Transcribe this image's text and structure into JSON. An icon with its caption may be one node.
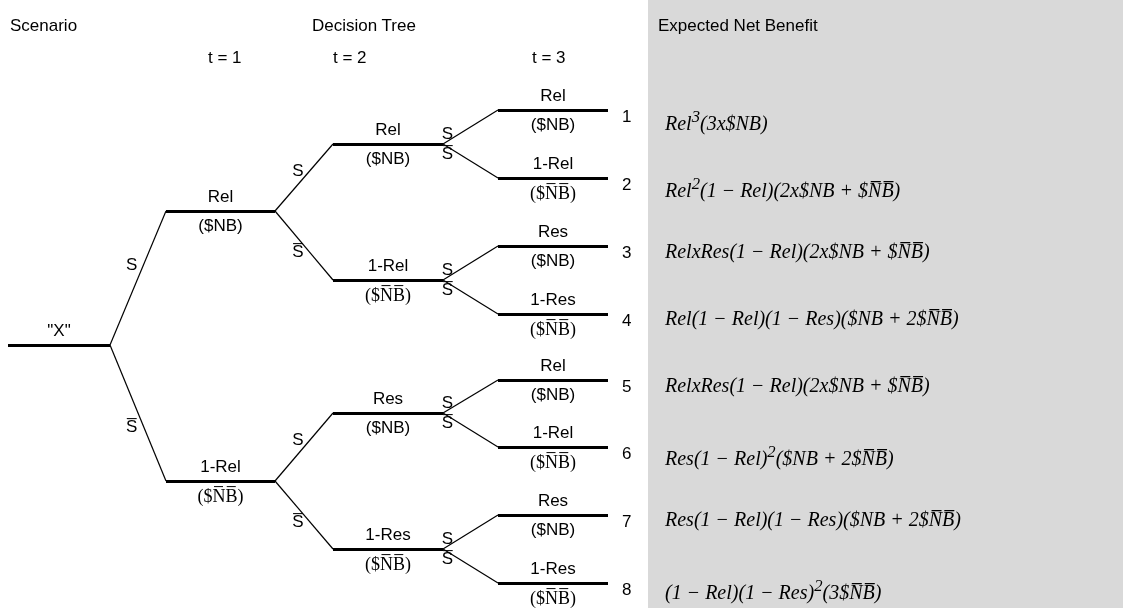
{
  "diagram": {
    "title": "Decision Tree",
    "nodes": [
      {
        "text": [
          "\"X\""
        ]
      },
      {
        "text": [
          "Rel",
          "($NB)"
        ]
      },
      {
        "text": [
          "1-Rel",
          "($N̅B̅)"
        ]
      },
      {
        "text": [
          "Rel",
          "($NB)"
        ]
      },
      {
        "text": [
          "1-Rel",
          "($N̅B̅)"
        ]
      },
      {
        "text": [
          "Res",
          "($NB)"
        ]
      },
      {
        "text": [
          "1-Res",
          "($N̅B̅)"
        ]
      },
      {
        "text": [
          "Rel",
          "($NB)"
        ],
        "beside": [
          "1"
        ]
      },
      {
        "text": [
          "1-Rel",
          "($N̅B̅)"
        ],
        "beside": [
          "2"
        ]
      },
      {
        "text": [
          "Res",
          "($NB)"
        ],
        "beside": [
          "3"
        ]
      },
      {
        "text": [
          "1-Res",
          "($N̅B̅)"
        ],
        "beside": [
          "4"
        ]
      },
      {
        "text": [
          "Rel",
          "($NB)"
        ],
        "beside": [
          "5"
        ]
      },
      {
        "text": [
          "1-Rel",
          "($N̅B̅)"
        ],
        "beside": [
          "6"
        ]
      },
      {
        "text": [
          "Res",
          "($NB)"
        ],
        "beside": [
          "7"
        ]
      },
      {
        "text": [
          "1-Res",
          "($N̅B̅)"
        ],
        "beside": [
          "8"
        ]
      },
      {
        "text": [
          "Expected Net Benefit",
          "Rel$^{3}$(3x$NB)",
          "Rel$^{2}$(1 − Rel)(2x$NB + $N̅B̅)",
          "RelxRes(1 − Rel)(2x$NB + $N̅B̅)",
          "Rel(1 − Rel)(1 − Res)($NB + 2$N̅B̅)",
          "RelxRes(1 − Rel)(2x$NB + $N̅B̅)",
          "Res(1 − Rel)$^{2}$($NB + 2$N̅B̅)",
          "Res(1 − Rel)(1 − Res)($NB + 2$N̅B̅)",
          "(1 − Rel)(1 − Res)$^{2}$(3$N̅B̅)"
        ]
      }
    ],
    "edges": [
      {
        "from": 0,
        "to": 1,
        "arrow": "none",
        "label": "S"
      },
      {
        "from": 0,
        "to": 2,
        "arrow": "none",
        "label": "S̅"
      },
      {
        "from": 1,
        "to": 3,
        "arrow": "none",
        "label": "S"
      },
      {
        "from": 1,
        "to": 4,
        "arrow": "none",
        "label": "S̅"
      },
      {
        "from": 2,
        "to": 5,
        "arrow": "none",
        "label": "S"
      },
      {
        "from": 2,
        "to": 6,
        "arrow": "none",
        "label": "S̅"
      },
      {
        "from": 3,
        "to": 7,
        "arrow": "none",
        "label": "S"
      },
      {
        "from": 3,
        "to": 8,
        "arrow": "none",
        "label": "S̅"
      },
      {
        "from": 4,
        "to": 9,
        "arrow": "none",
        "label": "S"
      },
      {
        "from": 4,
        "to": 10,
        "arrow": "none",
        "label": "S̅"
      },
      {
        "from": 5,
        "to": 11,
        "arrow": "none",
        "label": "S"
      },
      {
        "from": 5,
        "to": 12,
        "arrow": "none",
        "label": "S̅"
      },
      {
        "from": 6,
        "to": 13,
        "arrow": "none",
        "label": "S"
      },
      {
        "from": 6,
        "to": 14,
        "arrow": "none",
        "label": "S̅"
      }
    ],
    "labels": [
      "Scenario",
      "t = 1",
      "t = 2",
      "t = 3"
    ]
  }
}
